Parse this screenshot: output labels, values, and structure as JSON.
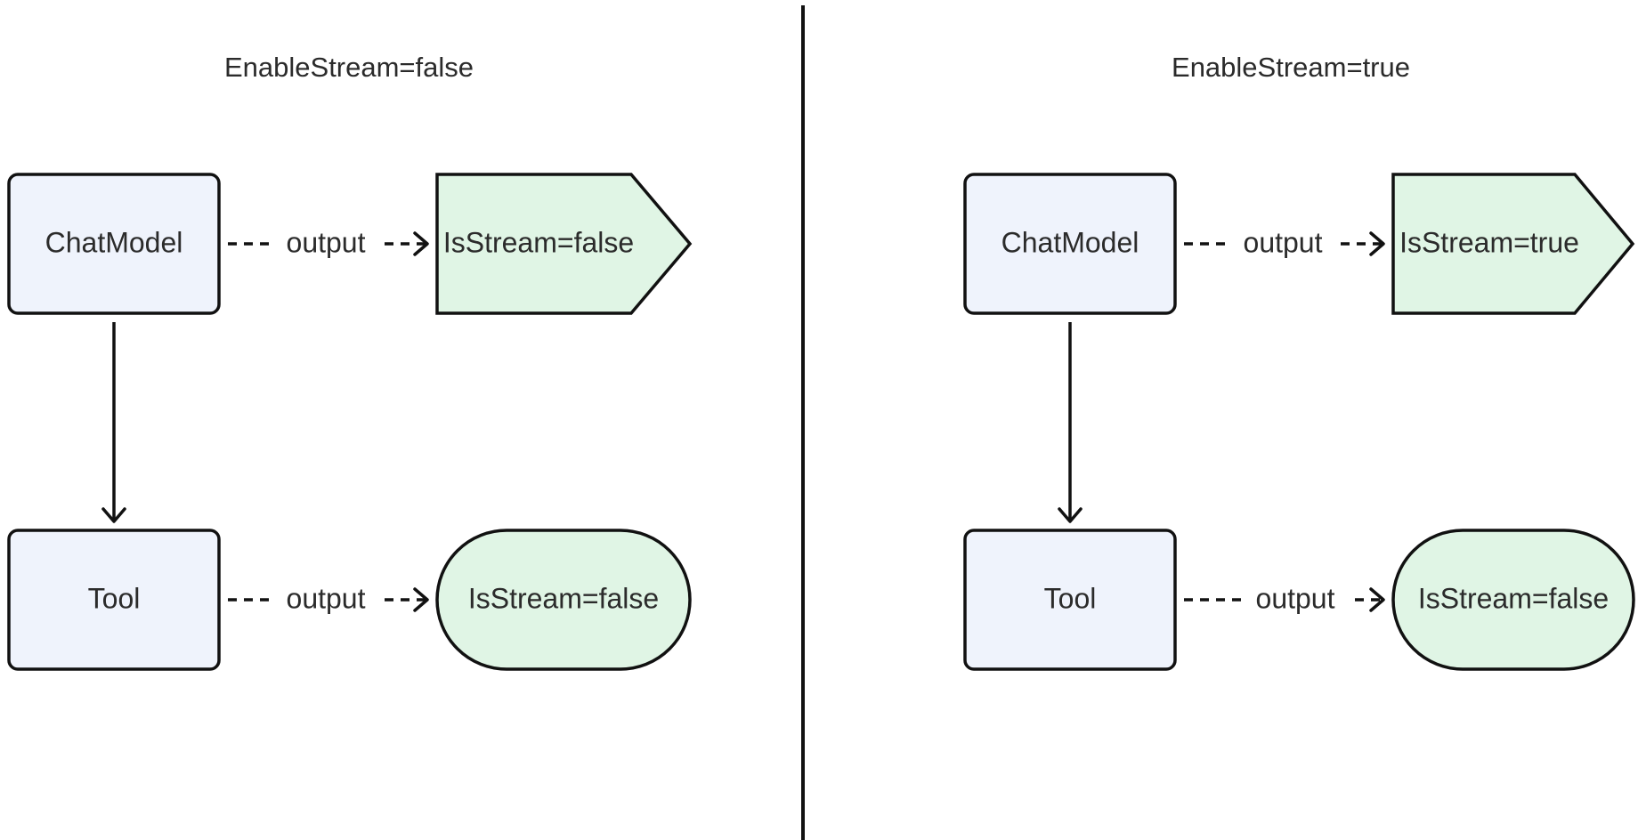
{
  "panels": [
    {
      "title": "EnableStream=false",
      "chatmodel_label": "ChatModel",
      "tool_label": "Tool",
      "chatmodel_output_label": "output",
      "tool_output_label": "output",
      "chatmodel_result": "IsStream=false",
      "tool_result": "IsStream=false"
    },
    {
      "title": "EnableStream=true",
      "chatmodel_label": "ChatModel",
      "tool_label": "Tool",
      "chatmodel_output_label": "output",
      "tool_output_label": "output",
      "chatmodel_result": "IsStream=true",
      "tool_result": "IsStream=false"
    }
  ],
  "colors": {
    "node_fill": "#eff3fc",
    "result_fill": "#e0f5e5",
    "stroke": "#111111",
    "text": "#2b2b2b"
  }
}
